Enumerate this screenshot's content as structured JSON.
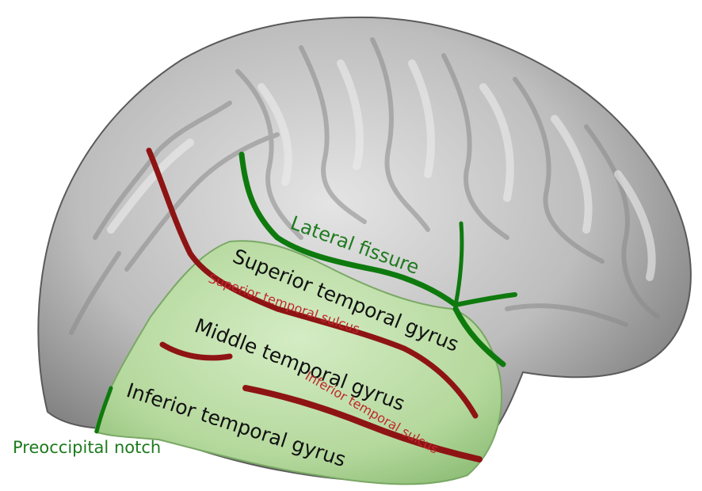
{
  "labels": {
    "lateral_fissure": "Lateral fissure",
    "superior_temporal_gyrus": "Superior temporal gyrus",
    "superior_temporal_sulcus": "Superior temporal sulcus",
    "middle_temporal_gyrus": "Middle temporal gyrus",
    "inferior_temporal_sulcus": "Inferior temporal sulcus",
    "inferior_temporal_gyrus": "Inferior temporal gyrus",
    "preoccipital_notch": "Preoccipital notch"
  },
  "colors": {
    "background": "#ffffff",
    "cortex": "#b9b9b9",
    "temporal_lobe_highlight": "#b8dca0",
    "fissure_green": "#0e7a0e",
    "sulcus_red": "#8e1414",
    "label_black": "#111111",
    "label_green": "#1e7a1e",
    "label_red": "#c0272d"
  }
}
